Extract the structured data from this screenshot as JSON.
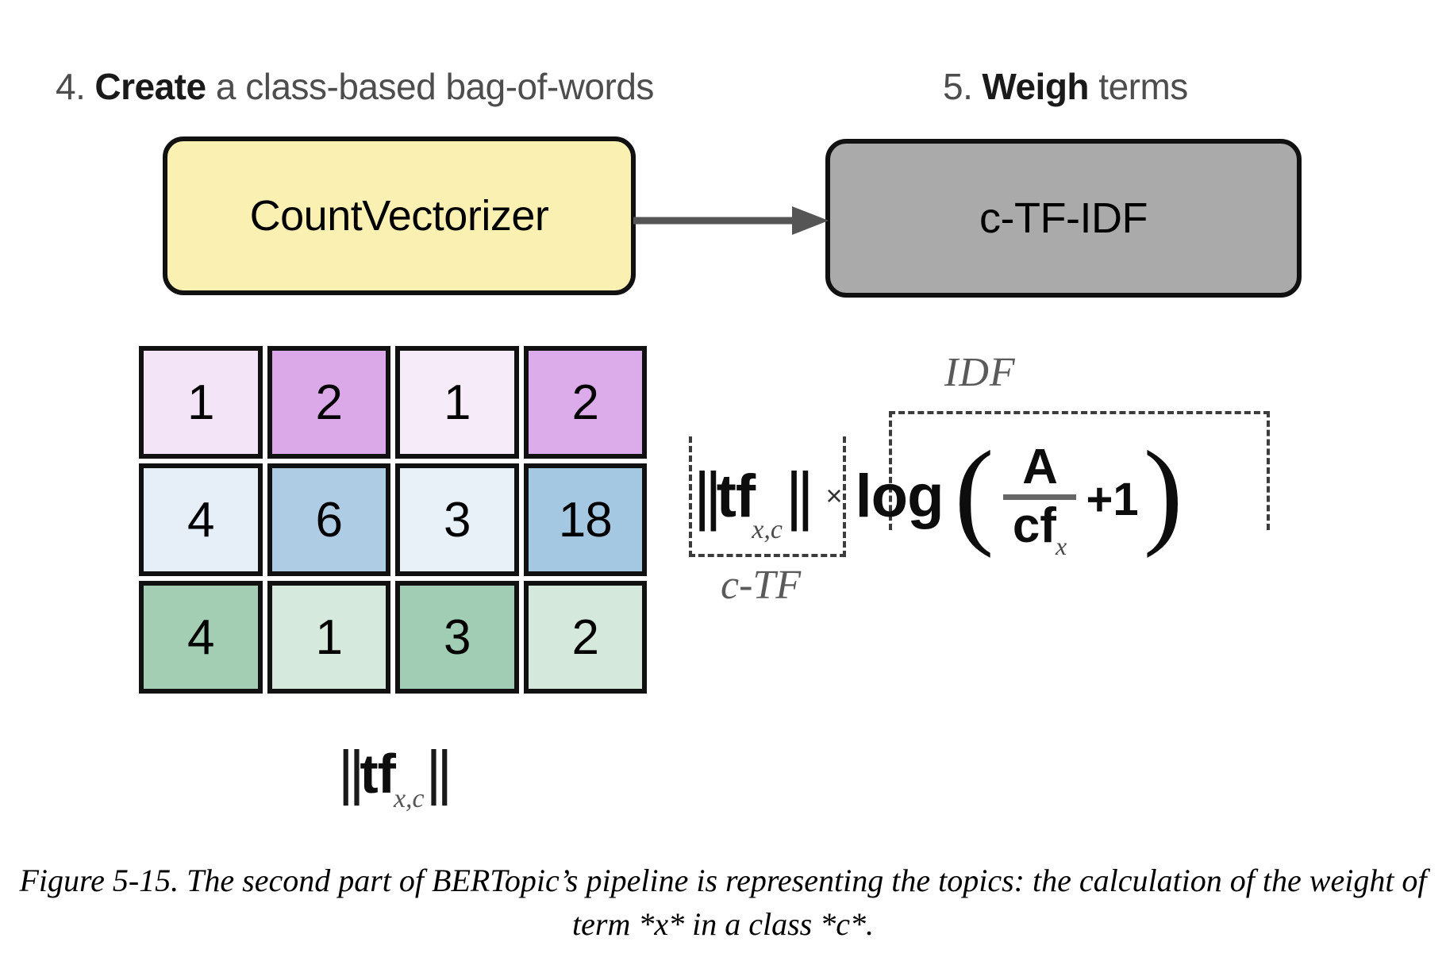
{
  "steps": [
    {
      "number": "4.",
      "strong": "Create",
      "rest": " a class-based bag-of-words"
    },
    {
      "number": "5.",
      "strong": "Weigh",
      "rest": " terms"
    }
  ],
  "pipeline": {
    "countvectorizer_label": "CountVectorizer",
    "ctfidf_label": "c-TF-IDF",
    "arrow_name": "arrow-right",
    "colors": {
      "countvectorizer_fill": "#faf0b2",
      "ctfidf_fill": "#aaaaaa",
      "box_stroke": "#111111",
      "arrow_color": "#555555"
    }
  },
  "matrix": {
    "caption_label_prefix": "||",
    "caption_label_main": "tf",
    "caption_label_sub": "x,c",
    "caption_label_suffix": "||",
    "rows": [
      {
        "name": "row-purple",
        "cells": [
          {
            "value": "1",
            "fill": "#f3e4f7"
          },
          {
            "value": "2",
            "fill": "#dba9e8"
          },
          {
            "value": "1",
            "fill": "#f6ecf9"
          },
          {
            "value": "2",
            "fill": "#dcabea"
          }
        ]
      },
      {
        "name": "row-blue",
        "cells": [
          {
            "value": "4",
            "fill": "#e6eef7"
          },
          {
            "value": "6",
            "fill": "#aecde4"
          },
          {
            "value": "3",
            "fill": "#e8f0f8"
          },
          {
            "value": "18",
            "fill": "#a5c8e2"
          }
        ]
      },
      {
        "name": "row-green",
        "cells": [
          {
            "value": "4",
            "fill": "#a3ceb4"
          },
          {
            "value": "1",
            "fill": "#d6e9dd"
          },
          {
            "value": "3",
            "fill": "#a0cdb3"
          },
          {
            "value": "2",
            "fill": "#d4e8db"
          }
        ]
      }
    ]
  },
  "formula": {
    "idf_label": "IDF",
    "ctf_label": "c-TF",
    "norm_open": "||",
    "tf_symbol": "tf",
    "tf_subscript": "x,c",
    "norm_close": "||",
    "multiply": "×",
    "log": "log",
    "paren_open": "(",
    "numerator": "A",
    "denominator": "cf",
    "denominator_subscript": "x",
    "plus_one": "+1",
    "paren_close": ")"
  },
  "caption": {
    "text": "Figure 5-15. The second part of BERTopic’s pipeline is representing the topics: the calculation of the weight of term *x* in a class *c*."
  }
}
